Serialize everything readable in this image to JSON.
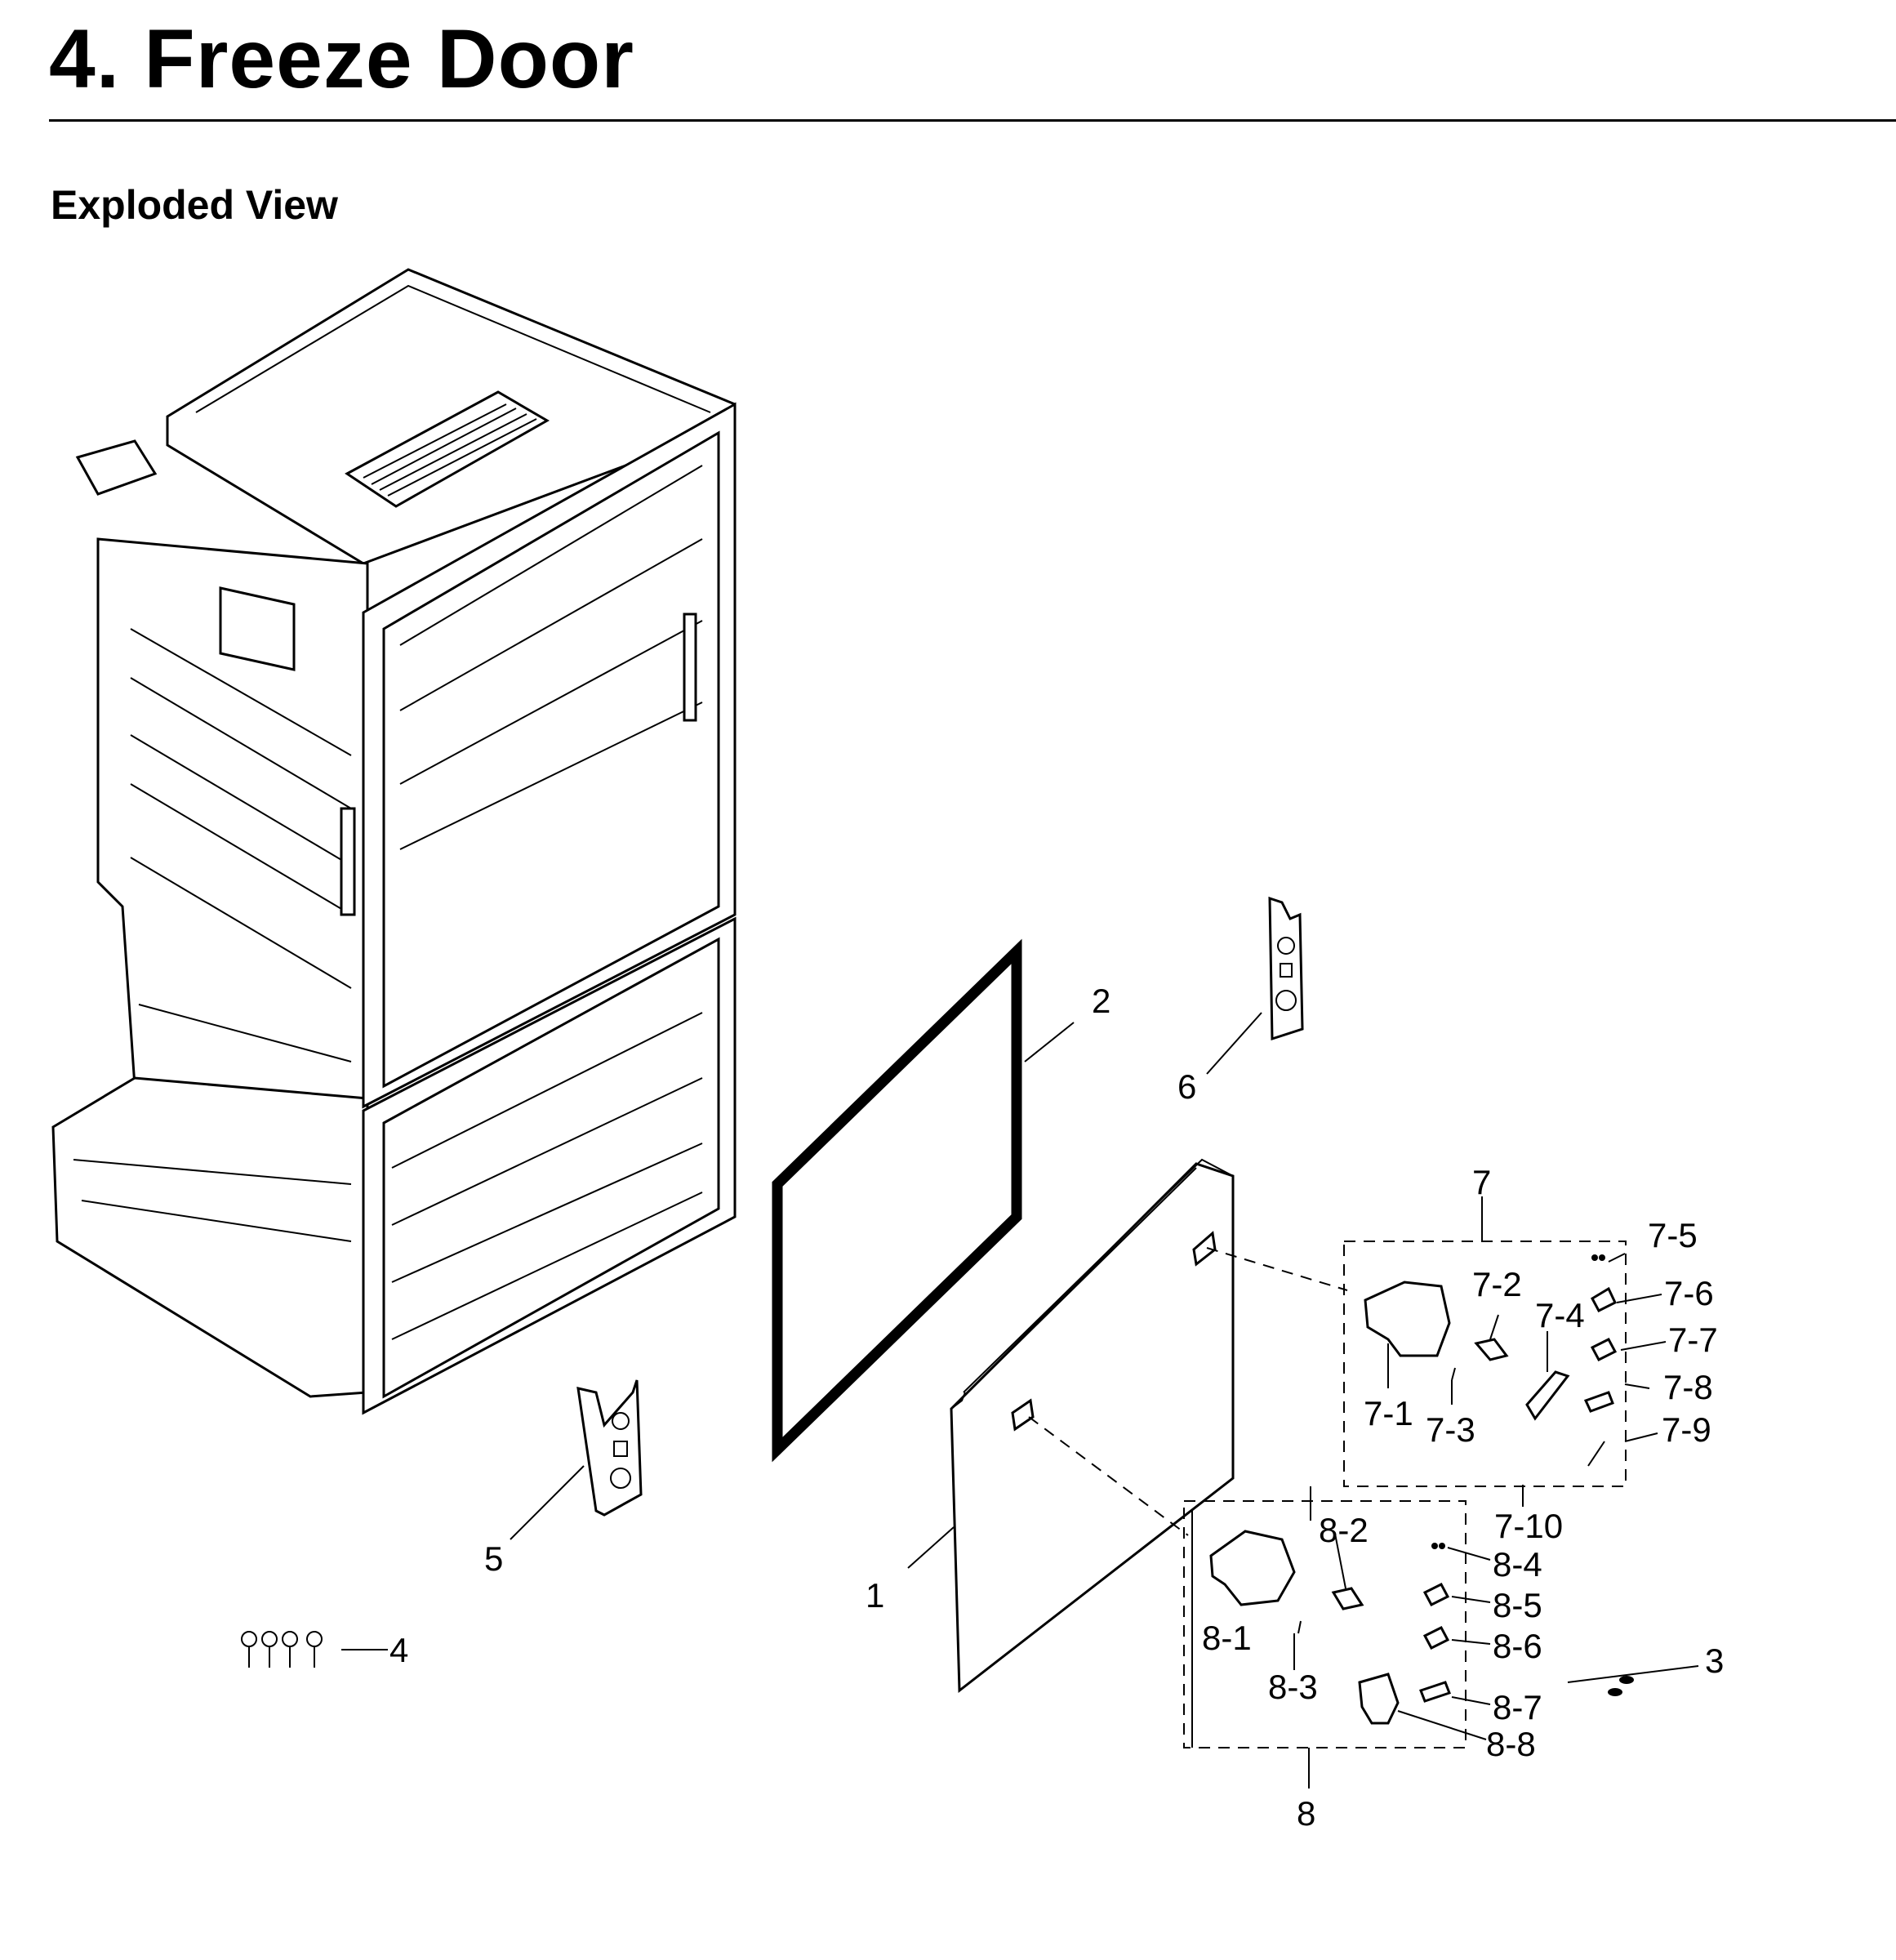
{
  "page": {
    "title": "4.  Freeze Door",
    "section": "Exploded View"
  },
  "callouts": {
    "c1": "1",
    "c2": "2",
    "c3": "3",
    "c4": "4",
    "c5": "5",
    "c6": "6",
    "c7": "7",
    "c7_1": "7-1",
    "c7_2": "7-2",
    "c7_3": "7-3",
    "c7_4": "7-4",
    "c7_5": "7-5",
    "c7_6": "7-6",
    "c7_7": "7-7",
    "c7_8": "7-8",
    "c7_9": "7-9",
    "c7_10": "7-10",
    "c8": "8",
    "c8_1": "8-1",
    "c8_2": "8-2",
    "c8_3": "8-3",
    "c8_4": "8-4",
    "c8_5": "8-5",
    "c8_6": "8-6",
    "c8_7": "8-7",
    "c8_8": "8-8"
  }
}
